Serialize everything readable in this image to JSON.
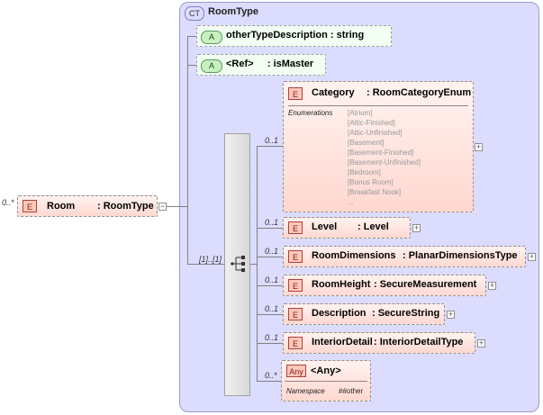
{
  "root": {
    "badge": "E",
    "name": "Room",
    "type": ": RoomType",
    "cardinality": "0..*"
  },
  "complex_type": {
    "badge": "CT",
    "name": "RoomType"
  },
  "attributes": [
    {
      "badge": "A",
      "label": "otherTypeDescription : string"
    },
    {
      "badge": "A",
      "label": "<Ref>     : isMaster"
    }
  ],
  "sequence": {
    "cardinality": "[1]..[1]"
  },
  "elements": [
    {
      "badge": "E",
      "name": "Category",
      "type": ": RoomCategoryEnum",
      "cardinality": "0..1"
    },
    {
      "badge": "E",
      "name": "Level",
      "type": ": Level",
      "cardinality": "0..1"
    },
    {
      "badge": "E",
      "name": "RoomDimensions",
      "type": ": PlanarDimensionsType",
      "cardinality": "0..1"
    },
    {
      "badge": "E",
      "name": "RoomHeight",
      "type": ": SecureMeasurement",
      "cardinality": "0..1"
    },
    {
      "badge": "E",
      "name": "Description",
      "type": ": SecureString",
      "cardinality": "0..1"
    },
    {
      "badge": "E",
      "name": "InteriorDetail",
      "type": ": InteriorDetailType",
      "cardinality": "0..1"
    }
  ],
  "enumerations": {
    "label": "Enumerations",
    "values": [
      "[Atrium]",
      "[Attic-Finished]",
      "[Attic-Unfinished]",
      "[Basement]",
      "[Basement-Finished]",
      "[Basement-Unfinished]",
      "[Bedroom]",
      "[Bonus Room]",
      "[Breakfast Nook]",
      "..."
    ]
  },
  "any": {
    "badge": "Any",
    "label": "<Any>",
    "cardinality": "0..*",
    "namespace_key": "Namespace",
    "namespace_value": "##other"
  },
  "expand_glyph": "+",
  "collapse_glyph": "−"
}
